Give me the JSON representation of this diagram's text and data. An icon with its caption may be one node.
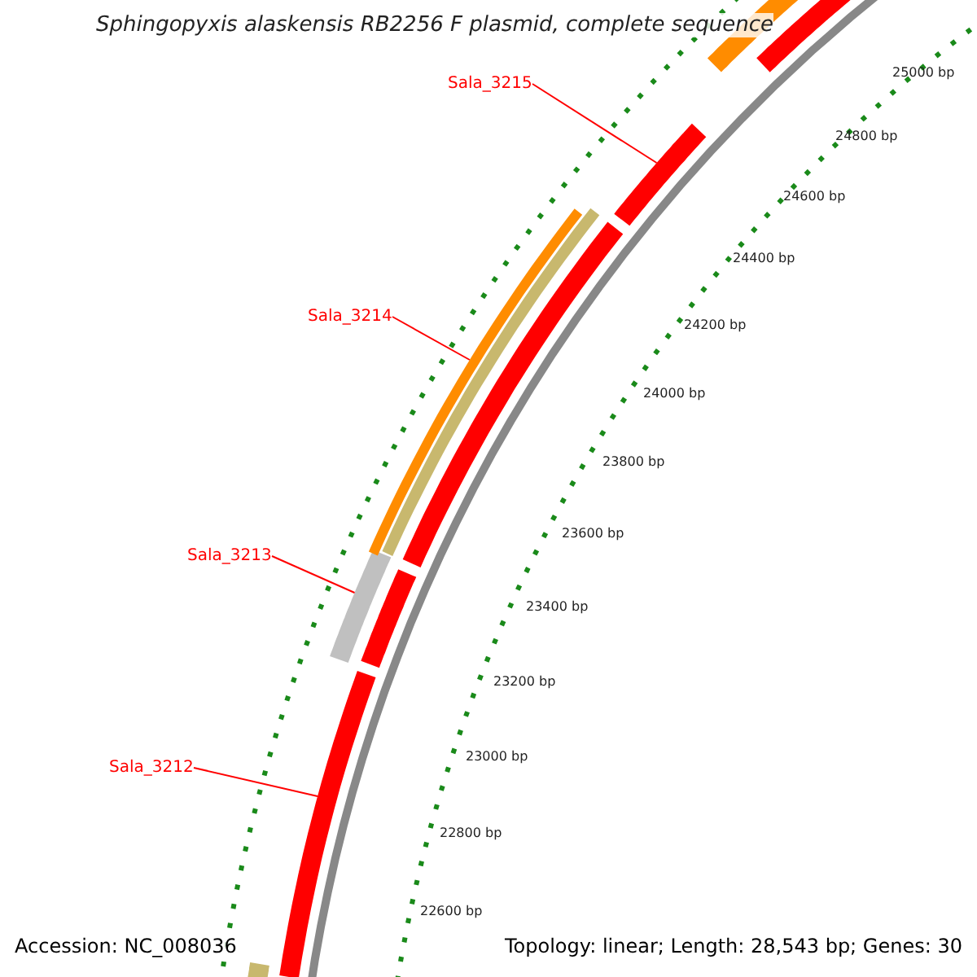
{
  "diagram": {
    "title": "Sphingopyxis alaskensis RB2256 F plasmid, complete sequence",
    "nodes": [
      {
        "text": [
          "Sala_3215"
        ]
      },
      {
        "text": [
          "Sala_3214"
        ]
      },
      {
        "text": [
          "Sala_3213"
        ]
      },
      {
        "text": [
          "Sala_3212"
        ]
      },
      {
        "text": [],
        "shape": "bar"
      },
      {
        "text": [],
        "shape": "bar"
      },
      {
        "text": [],
        "shape": "bar"
      },
      {
        "text": [],
        "shape": "bar"
      }
    ],
    "edges": [
      {
        "from": 0,
        "to": 4,
        "arrow": "none"
      },
      {
        "from": 1,
        "to": 5,
        "arrow": "none"
      },
      {
        "from": 2,
        "to": 6,
        "arrow": "none"
      },
      {
        "from": 3,
        "to": 7,
        "arrow": "none"
      }
    ],
    "labels": [
      "25000 bp",
      "24800 bp",
      "24600 bp",
      "24400 bp",
      "24200 bp",
      "24000 bp",
      "23800 bp",
      "23600 bp",
      "23400 bp",
      "23200 bp",
      "23000 bp",
      "22800 bp",
      "22600 bp",
      "Accession: NC_008036",
      "Topology: linear; Length: 28,543 bp; Genes: 30"
    ]
  }
}
